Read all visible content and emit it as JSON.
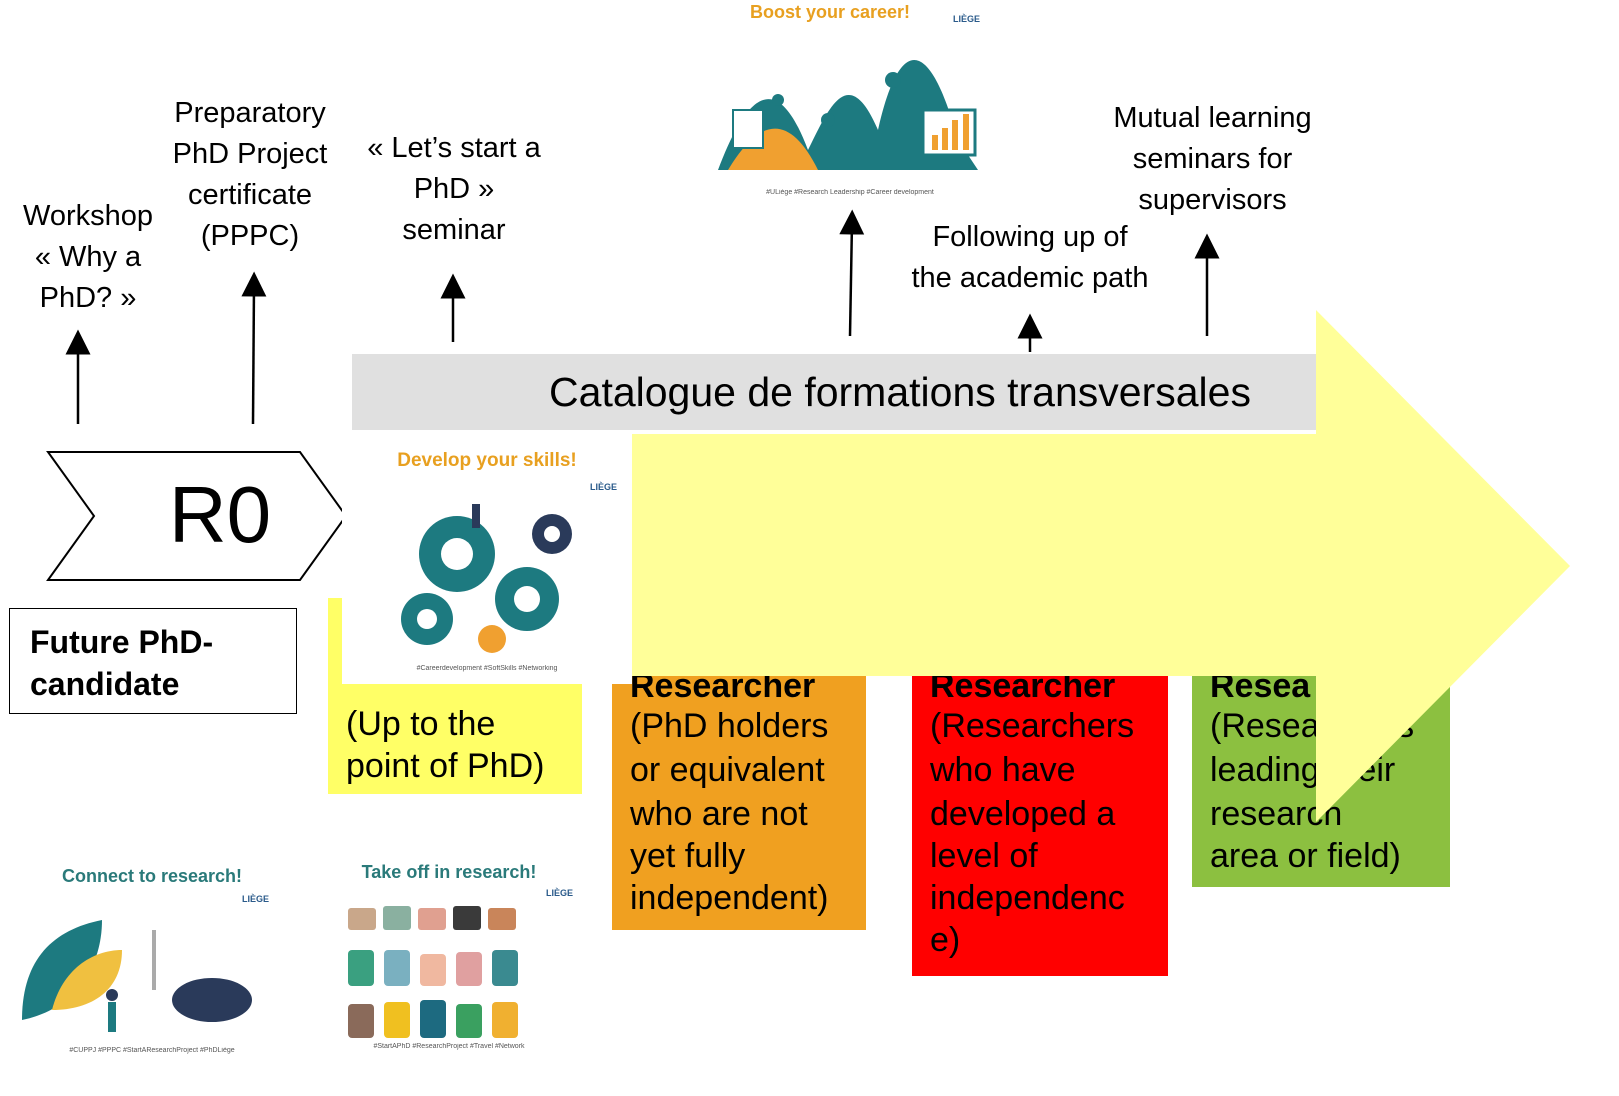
{
  "top_items": [
    {
      "lines": [
        "Workshop",
        "« Why a",
        "PhD? »"
      ]
    },
    {
      "lines": [
        "Preparatory",
        "PhD Project",
        "certificate",
        "(PPPC)"
      ]
    },
    {
      "lines": [
        "« Let’s start a",
        "PhD »",
        "seminar"
      ]
    },
    {
      "lines": [
        "Following up of",
        "the academic path"
      ]
    },
    {
      "lines": [
        "Mutual learning",
        "seminars for",
        "supervisors"
      ]
    }
  ],
  "catalogue_bar": {
    "label": "Catalogue de formations transversales"
  },
  "r0": {
    "label": "R0"
  },
  "future_candidate": {
    "lines": [
      "Future PhD-",
      "candidate"
    ]
  },
  "stages": [
    {
      "title": "",
      "lines": [
        "(Up to the",
        "point of PhD)"
      ],
      "color": "#ffff66"
    },
    {
      "title": "Researcher",
      "lines": [
        "(PhD holders",
        "or equivalent",
        "who are not",
        "yet fully",
        "independent)"
      ],
      "color": "#f0a020"
    },
    {
      "title": "Researcher",
      "lines": [
        "(Researchers",
        "who have",
        "developed a",
        "level of",
        "independenc",
        "e)"
      ],
      "color": "#ff0000"
    },
    {
      "title": "Resea",
      "lines": [
        "(Researchers",
        "leading their",
        "research",
        "area or field)"
      ],
      "color": "#8cc040"
    }
  ],
  "posters": {
    "boost": {
      "title": "Boost your career!",
      "footer": "#ULiège #Research Leadership #Career development",
      "logo": "LIÈGE"
    },
    "develop": {
      "title": "Develop your skills!",
      "footer": "#Careerdevelopment #SoftSkills #Networking",
      "logo": "LIÈGE"
    },
    "connect": {
      "title": "Connect to research!",
      "footer": "#CUPPJ #PPPC #StartAResearchProject #PhDLiège",
      "logo": "LIÈGE"
    },
    "takeoff": {
      "title": "Take off in research!",
      "footer": "#StartAPhD #ResearchProject #Travel #Network",
      "logo": "LIÈGE"
    }
  },
  "colors": {
    "arrow": "#ffff99",
    "catalogue_bar": "#e0e0e0",
    "poster_teal": "#1d7a80",
    "poster_orange": "#f0a030",
    "poster_title_orange": "#e8a020",
    "poster_title_teal": "#2a7a7a"
  }
}
